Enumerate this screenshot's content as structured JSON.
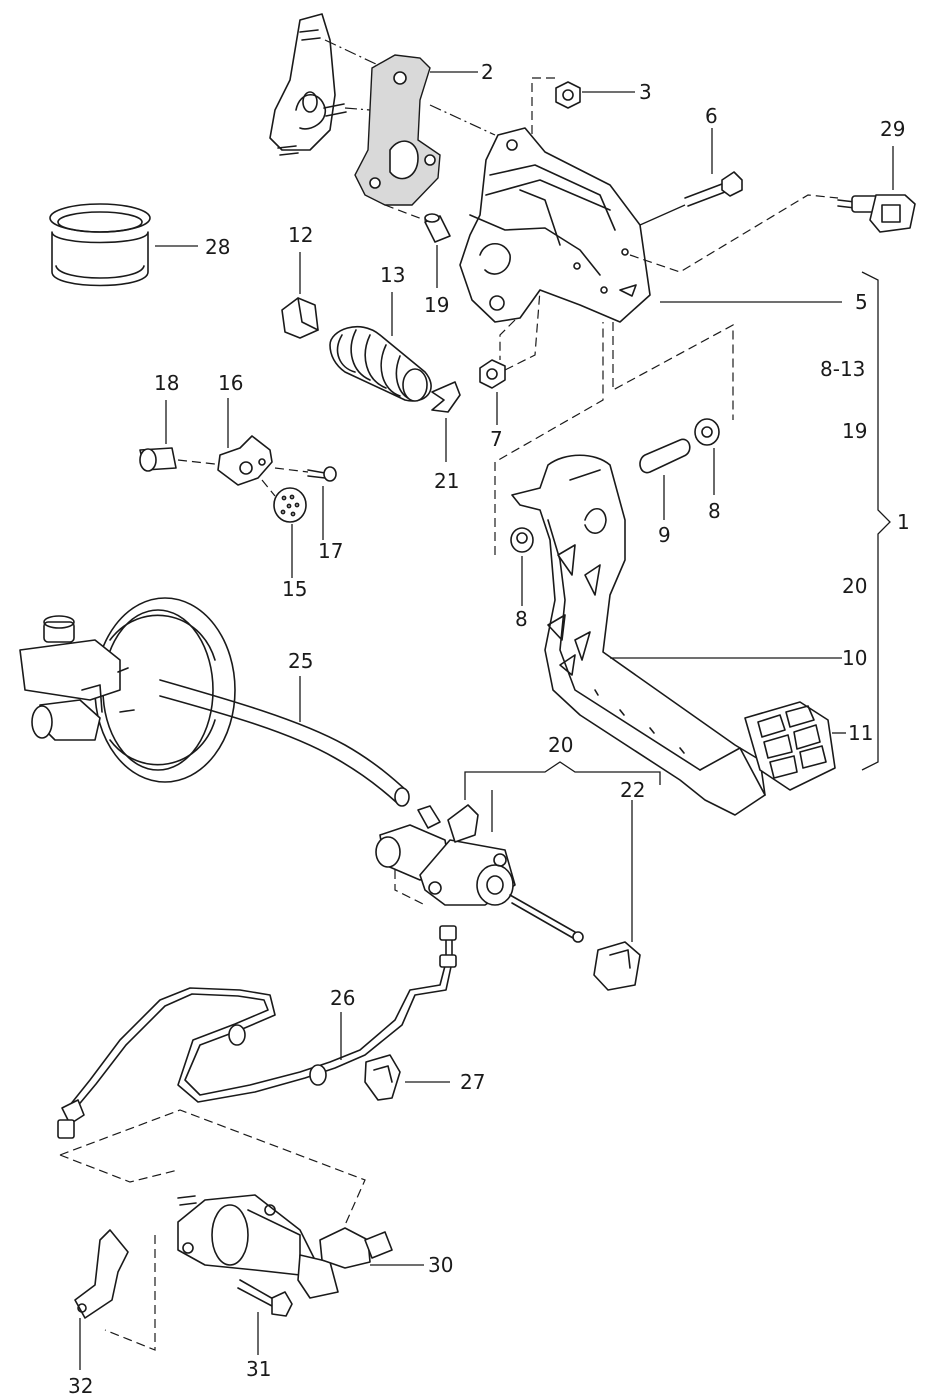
{
  "diagram": {
    "labels": {
      "l1": "1",
      "l2": "2",
      "l3": "3",
      "l5": "5",
      "l6": "6",
      "l7": "7",
      "l8a": "8",
      "l8b": "8",
      "l9": "9",
      "l10": "10",
      "l11": "11",
      "l12": "12",
      "l13": "13",
      "l15": "15",
      "l16": "16",
      "l17": "17",
      "l18": "18",
      "l19a": "19",
      "l19b": "19",
      "l20a": "20",
      "l20b": "20",
      "l21": "21",
      "l22": "22",
      "l25": "25",
      "l26": "26",
      "l27": "27",
      "l28": "28",
      "l29": "29",
      "l30": "30",
      "l31": "31",
      "l32": "32",
      "l8_13": "8-13"
    }
  }
}
